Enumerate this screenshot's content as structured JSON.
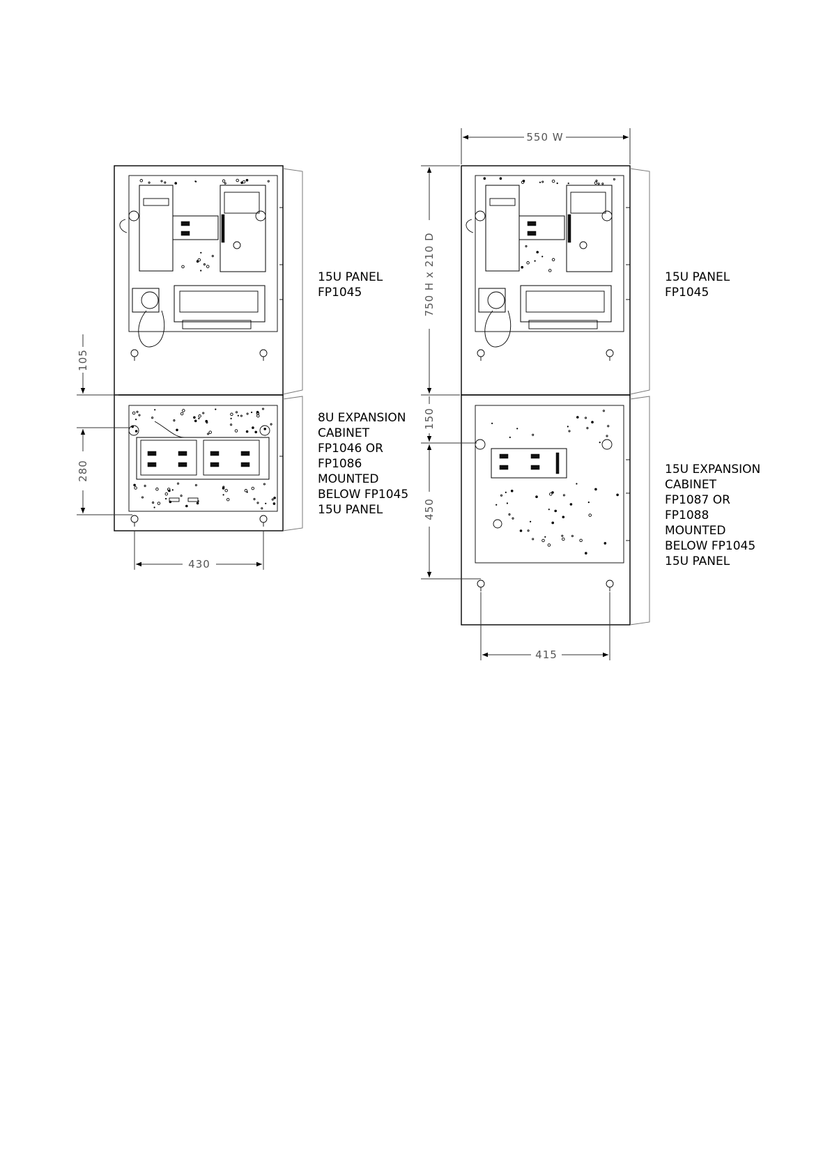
{
  "left_assembly": {
    "panel_label": [
      "15U PANEL",
      "FP1045"
    ],
    "expansion_label": [
      "8U EXPANSION",
      "CABINET",
      "FP1046 OR",
      "FP1086",
      "MOUNTED",
      "BELOW FP1045",
      "15U PANEL"
    ],
    "dimensions": {
      "d105": "105",
      "d280": "280",
      "d430": "430"
    }
  },
  "right_assembly": {
    "panel_label": [
      "15U PANEL",
      "FP1045"
    ],
    "expansion_label": [
      "15U EXPANSION",
      "CABINET",
      "FP1087 OR",
      "FP1088",
      "MOUNTED",
      "BELOW FP1045",
      "15U PANEL"
    ],
    "dimensions": {
      "d550": "550 W",
      "d750": "750 H x 210 D",
      "d150": "150",
      "d450": "450",
      "d415": "415"
    }
  }
}
